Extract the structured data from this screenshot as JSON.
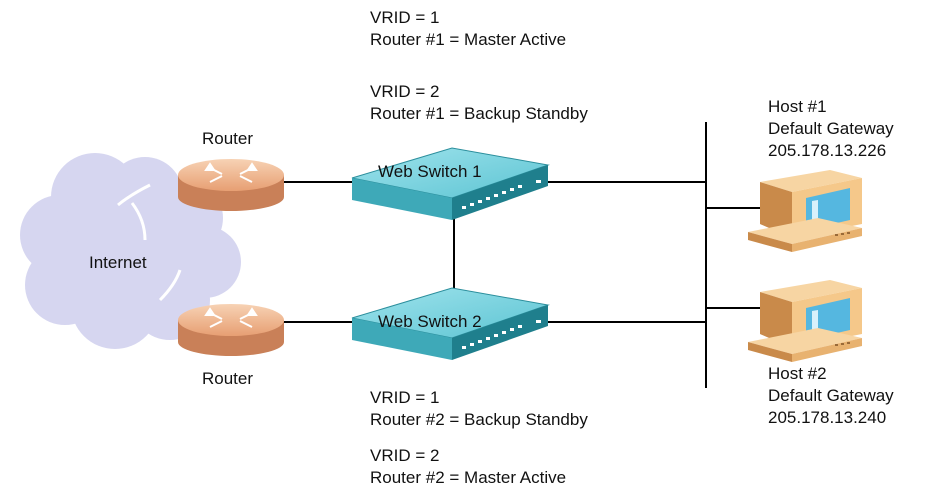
{
  "top_annotations": {
    "vrid1_line1": "VRID = 1",
    "vrid1_line2": "Router #1 = Master Active",
    "vrid2_line1": "VRID = 2",
    "vrid2_line2": "Router #1 = Backup Standby"
  },
  "bottom_annotations": {
    "vrid1_line1": "VRID = 1",
    "vrid1_line2": "Router #2 = Backup Standby",
    "vrid2_line1": "VRID = 2",
    "vrid2_line2": "Router #2 = Master Active"
  },
  "internet": {
    "label": "Internet"
  },
  "routers": {
    "top_label": "Router",
    "bottom_label": "Router"
  },
  "switches": {
    "switch1_label": "Web Switch 1",
    "switch2_label": "Web Switch 2"
  },
  "hosts": {
    "host1": {
      "name": "Host #1",
      "gateway_label": "Default Gateway",
      "ip": "205.178.13.226"
    },
    "host2": {
      "name": "Host #2",
      "gateway_label": "Default Gateway",
      "ip": "205.178.13.240"
    }
  },
  "colors": {
    "cloud": "#d4d4ef",
    "router": "#f0b68e",
    "switch": "#67cbd9",
    "computer": "#f5c88a",
    "screen": "#55b7e0",
    "line": "#000000"
  }
}
